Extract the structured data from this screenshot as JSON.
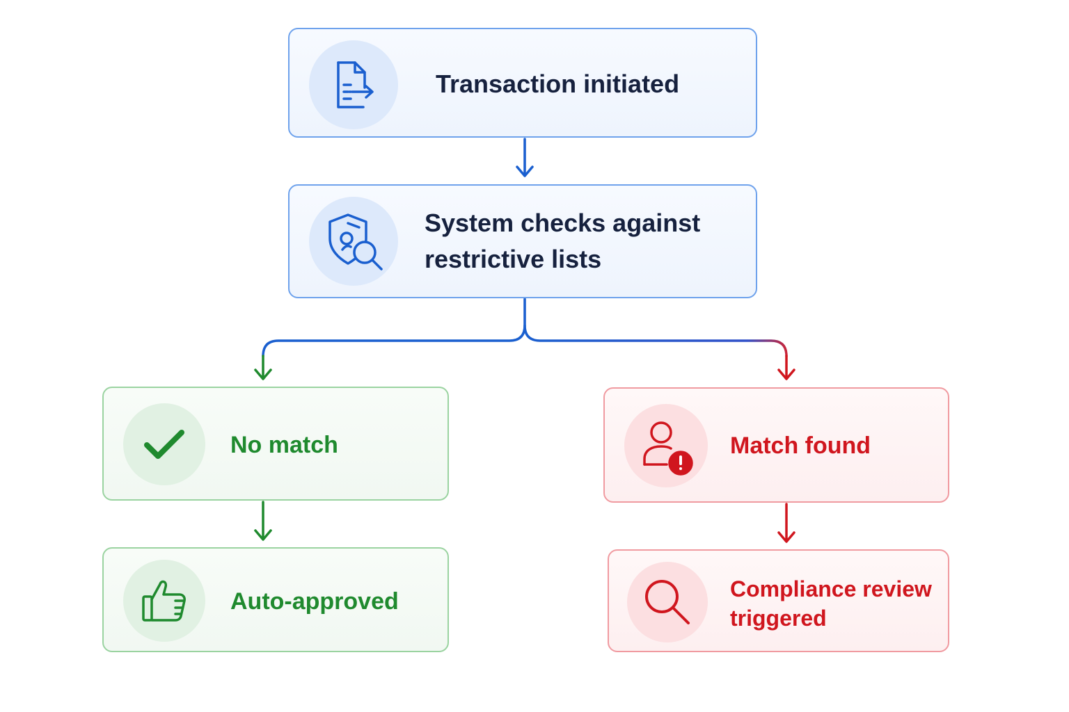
{
  "diagram": {
    "nodes": {
      "transaction": {
        "label": "Transaction initiated",
        "icon": "document-transfer-icon"
      },
      "system_check": {
        "label": "System checks against restrictive lists",
        "icon": "shield-search-icon"
      },
      "no_match": {
        "label": "No match",
        "icon": "checkmark-icon"
      },
      "auto_approved": {
        "label": "Auto-approved",
        "icon": "thumbs-up-icon"
      },
      "match_found": {
        "label": "Match found",
        "icon": "user-alert-icon"
      },
      "compliance_review": {
        "label": "Compliance review triggered",
        "icon": "magnifier-icon"
      }
    },
    "edges": [
      {
        "from": "transaction",
        "to": "system_check"
      },
      {
        "from": "system_check",
        "to": "no_match"
      },
      {
        "from": "system_check",
        "to": "match_found"
      },
      {
        "from": "no_match",
        "to": "auto_approved"
      },
      {
        "from": "match_found",
        "to": "compliance_review"
      }
    ],
    "colors": {
      "primary_blue": "#1a5fcf",
      "success_green": "#1f8a2e",
      "alert_red": "#d0161e",
      "text_dark": "#16213e"
    }
  }
}
